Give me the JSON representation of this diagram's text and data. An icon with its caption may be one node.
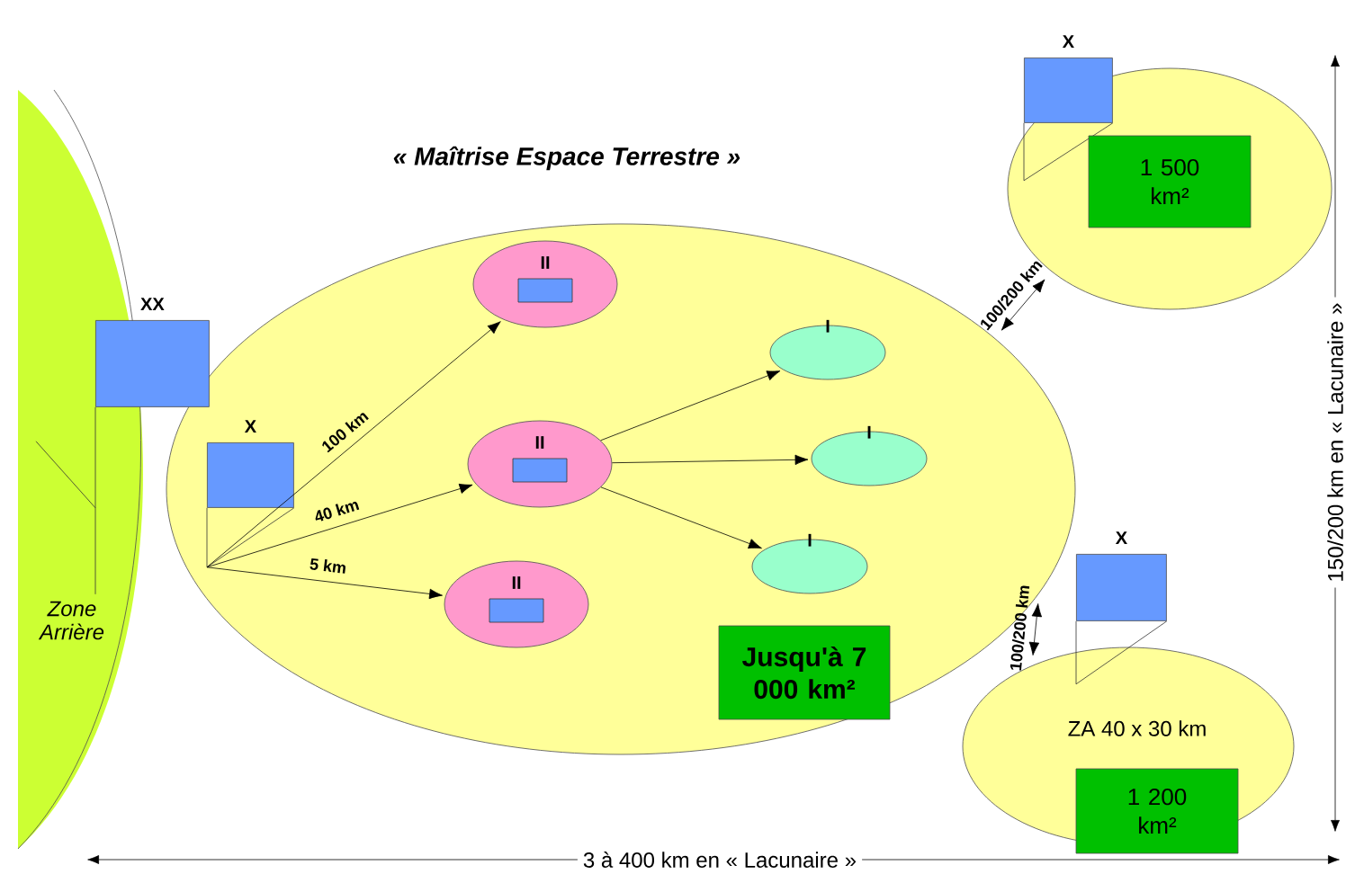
{
  "diagram": {
    "title": "« Maîtrise Espace Terrestre »",
    "nodes": [
      {
        "text": [
          "Zone Arrière"
        ]
      },
      {
        "text": [],
        "shape": "ellipse"
      },
      {
        "text": [
          "XX"
        ]
      },
      {
        "text": [
          "X"
        ],
        "in": 1
      },
      {
        "text": [
          "II"
        ],
        "in": 1
      },
      {
        "text": [
          "II"
        ],
        "in": 1
      },
      {
        "text": [
          "II"
        ],
        "in": 1
      },
      {
        "text": [
          "I"
        ],
        "in": 1
      },
      {
        "text": [
          "I"
        ],
        "in": 1
      },
      {
        "text": [
          "I"
        ],
        "in": 1
      },
      {
        "text": [
          "Jusqu'à 7 000 km²"
        ],
        "in": 1
      },
      {
        "text": [],
        "shape": "ellipse"
      },
      {
        "text": [
          "X"
        ]
      },
      {
        "text": [
          "1 500 km²"
        ],
        "in": 11
      },
      {
        "text": [
          "ZA 40 x 30 km"
        ]
      },
      {
        "text": [
          "X"
        ]
      },
      {
        "text": [
          "1 200 km²"
        ],
        "in": 14
      }
    ],
    "edges": [
      {
        "from": 3,
        "to": 4,
        "arrow": "to",
        "label": "100 km"
      },
      {
        "from": 3,
        "to": 5,
        "arrow": "to",
        "label": "40 km"
      },
      {
        "from": 3,
        "to": 6,
        "arrow": "to",
        "label": "5 km"
      },
      {
        "from": 5,
        "to": 7,
        "arrow": "to"
      },
      {
        "from": 5,
        "to": 8,
        "arrow": "to"
      },
      {
        "from": 5,
        "to": 9,
        "arrow": "to"
      },
      {
        "from": 1,
        "to": 11,
        "arrow": "both",
        "label": "100/200 km"
      },
      {
        "from": 1,
        "to": 14,
        "arrow": "both",
        "label": "100/200 km"
      }
    ],
    "labels": [
      "150/200 km en « Lacunaire »",
      "3 à 400 km en « Lacunaire »"
    ]
  }
}
